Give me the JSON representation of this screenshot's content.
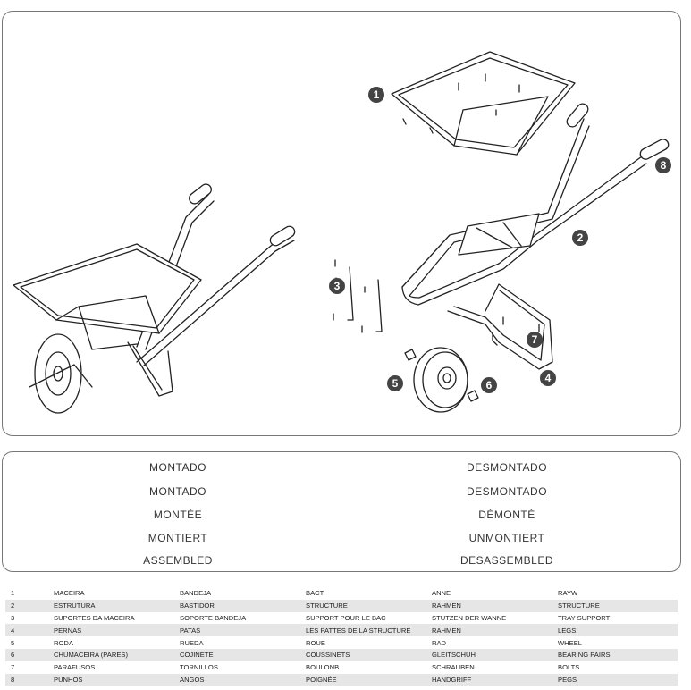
{
  "diagram": {
    "callouts": [
      "1",
      "2",
      "3",
      "4",
      "5",
      "6",
      "7",
      "8"
    ]
  },
  "states": {
    "assembled": [
      "MONTADO",
      "MONTADO",
      "MONTÉE",
      "MONTIERT",
      "ASSEMBLED"
    ],
    "disassembled": [
      "DESMONTADO",
      "DESMONTADO",
      "DÉMONTÉ",
      "UNMONTIERT",
      "DESASSEMBLED"
    ]
  },
  "parts": [
    [
      "1",
      "MACEIRA",
      "BANDEJA",
      "BACT",
      "ANNE",
      "RAYW"
    ],
    [
      "2",
      "ESTRUTURA",
      "BASTIDOR",
      "STRUCTURE",
      "RAHMEN",
      "STRUCTURE"
    ],
    [
      "3",
      "SUPORTES DA MACEIRA",
      "SOPORTE BANDEJA",
      "SUPPORT POUR LE BAC",
      "STUTZEN DER WANNE",
      "TRAY SUPPORT"
    ],
    [
      "4",
      "PERNAS",
      "PATAS",
      "LES PATTES DE LA STRUCTURE",
      "RAHMEN",
      "LEGS"
    ],
    [
      "5",
      "RODA",
      "RUEDA",
      "ROUE",
      "RAD",
      "WHEEL"
    ],
    [
      "6",
      "CHUMACEIRA (PARES)",
      "COJINETE",
      "COUSSINETS",
      "GLEITSCHUH",
      "BEARING PAIRS"
    ],
    [
      "7",
      "PARAFUSOS",
      "TORNILLOS",
      "BOULONB",
      "SCHRAUBEN",
      "BOLTS"
    ],
    [
      "8",
      "PUNHOS",
      "ANGOS",
      "POIGNÉE",
      "HANDGRIFF",
      "PEGS"
    ]
  ]
}
